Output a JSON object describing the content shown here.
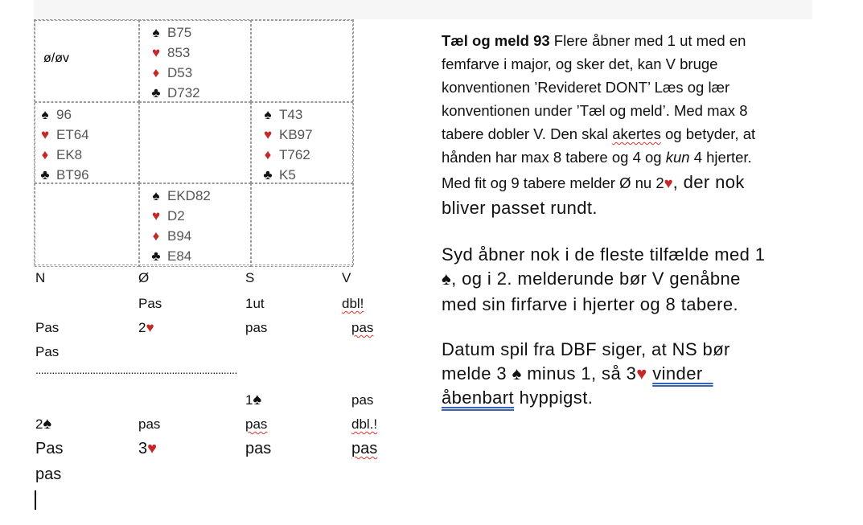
{
  "diagram": {
    "vulnerability": "ø/øv",
    "north": {
      "spades": "B75",
      "hearts": "853",
      "diamonds": "D53",
      "clubs": "D732"
    },
    "west": {
      "spades": "96",
      "hearts": "ET64",
      "diamonds": "EK8",
      "clubs": "BT96"
    },
    "east": {
      "spades": "T43",
      "hearts": "KB97",
      "diamonds": "T762",
      "clubs": "K5"
    },
    "south": {
      "spades": "EKD82",
      "hearts": "D2",
      "diamonds": "B94",
      "clubs": "E84"
    }
  },
  "suits": {
    "spades": "♠",
    "hearts": "♥",
    "diamonds": "♦",
    "clubs": "♣"
  },
  "colors": {
    "red": "#c62828",
    "black": "#111111"
  },
  "bidding": {
    "headers": [
      "N",
      "Ø",
      "S",
      "V"
    ],
    "seq1": [
      [
        "",
        "Pas",
        "1ut",
        "dbl!"
      ],
      [
        "Pas",
        "2",
        "pas",
        "pas"
      ],
      [
        "Pas",
        "",
        "",
        ""
      ]
    ],
    "separator": "..........................................................................",
    "seq2": [
      [
        "",
        "",
        "1",
        "pas"
      ],
      [
        "2",
        "pas",
        "pas",
        "dbl.!"
      ],
      [
        "Pas",
        "3",
        "pas",
        "pas"
      ],
      [
        "pas",
        "",
        "",
        ""
      ]
    ]
  },
  "text": {
    "title": "Tæl og meld 93",
    "l1": " Flere åbner med 1 ut med en",
    "l2": "femfarve i major, og sker det, kan V bruge",
    "l3": "konventionen ’Revideret DONT’ Læs og lær",
    "l4": "konventionen under ’Tæl og meld’. Med max 8",
    "l5a": "tabere dobler V. Den skal ",
    "l5b": "akertes",
    "l5c": " og betyder, at",
    "l6a": "hånden har max 8 tabere og 4 og ",
    "l6b": "kun",
    "l6c": " 4 hjerter.",
    "l7a": " Med fit og 9 tabere melder Ø nu 2",
    "l7b": ", der nok",
    "l8": "bliver passet rundt.",
    "p2l1": "Syd åbner nok i de fleste tilfælde med 1",
    "p2l2": ", og i 2. melderunde bør V genåbne",
    "p2l3": "med sin firfarve i hjerter og 8 tabere.",
    "p3l1": "Datum spil fra DBF siger, at NS bør",
    "p3l2a": "melde 3 ",
    "p3l2b": " minus 1, så 3",
    "p3l2c": "vinder",
    "p3l3a": "åbenbart",
    "p3l3b": " hyppigst."
  }
}
